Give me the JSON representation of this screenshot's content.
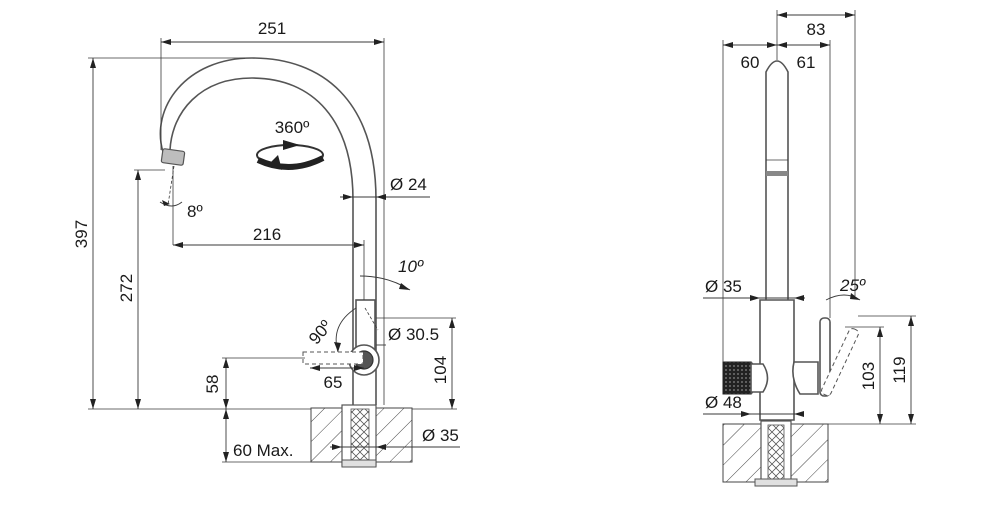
{
  "side_view": {
    "width_top": "251",
    "height_total": "397",
    "height_spout": "272",
    "reach": "216",
    "spout_diameter": "Ø 24",
    "rotation": "360º",
    "tilt_spout": "8º",
    "tilt_lever": "10º",
    "lever_angle": "90º",
    "lever_diameter": "Ø 30.5",
    "lever_reach": "65",
    "lever_height": "104",
    "handle_height": "58",
    "counter_max": "60 Max.",
    "hole_diameter": "Ø 35"
  },
  "front_view": {
    "width_total": "83",
    "left_offset": "60",
    "right_offset": "61",
    "body_diameter": "Ø 35",
    "knob_diameter": "Ø 48",
    "lever_angle": "25º",
    "height_103": "103",
    "height_119": "119"
  }
}
